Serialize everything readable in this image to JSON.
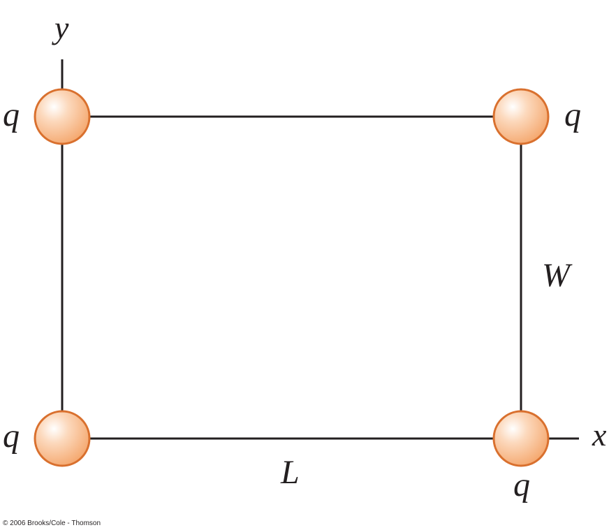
{
  "diagram": {
    "axes": {
      "x_label": "x",
      "y_label": "y"
    },
    "dimensions": {
      "length_label": "L",
      "width_label": "W"
    },
    "charges": [
      {
        "position": "top-left",
        "label": "q"
      },
      {
        "position": "top-right",
        "label": "q"
      },
      {
        "position": "bottom-left",
        "label": "q"
      },
      {
        "position": "bottom-right",
        "label": "q"
      }
    ],
    "colors": {
      "charge_fill": "#f7b887",
      "charge_stroke": "#d9702e",
      "line": "#231f20"
    }
  },
  "footer": {
    "copyright": "© 2006 Brooks/Cole - Thomson"
  }
}
